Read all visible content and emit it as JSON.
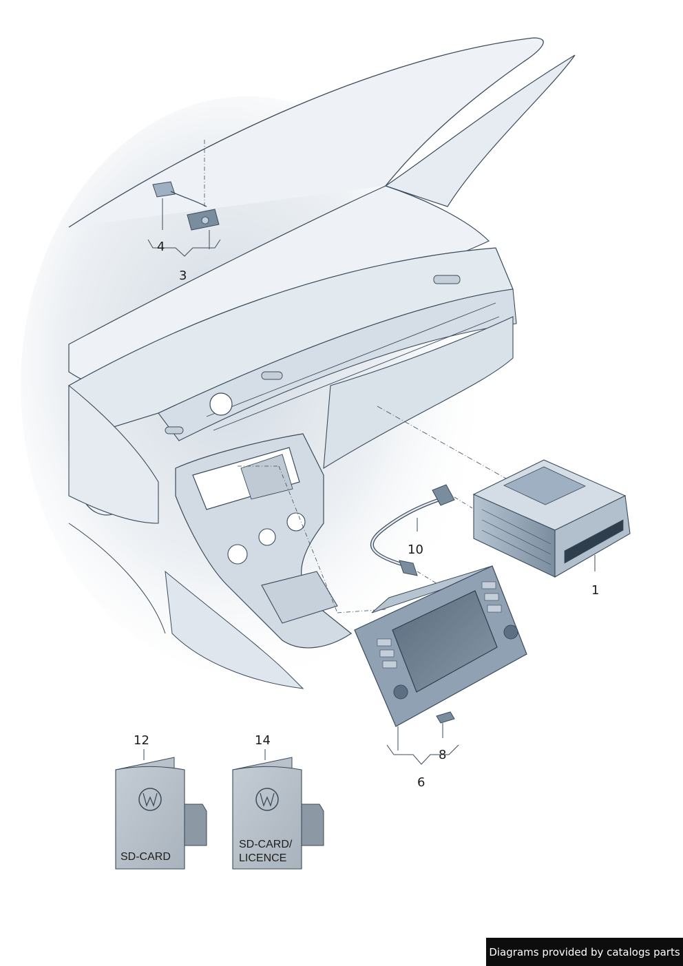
{
  "callouts": {
    "c1": "1",
    "c3": "3",
    "c4": "4",
    "c6": "6",
    "c8": "8",
    "c10": "10",
    "c12": "12",
    "c14": "14"
  },
  "cards": {
    "card12_line1": "SD-CARD",
    "card14_line1": "SD-CARD/",
    "card14_line2": "LICENCE"
  },
  "footer": {
    "text": "Diagrams provided by catalogs parts"
  },
  "colors": {
    "line": "#3a4a5a",
    "fill_light": "#e4eaf0",
    "fill_mid": "#9fb0c2",
    "fill_dark": "#5d6f82"
  }
}
